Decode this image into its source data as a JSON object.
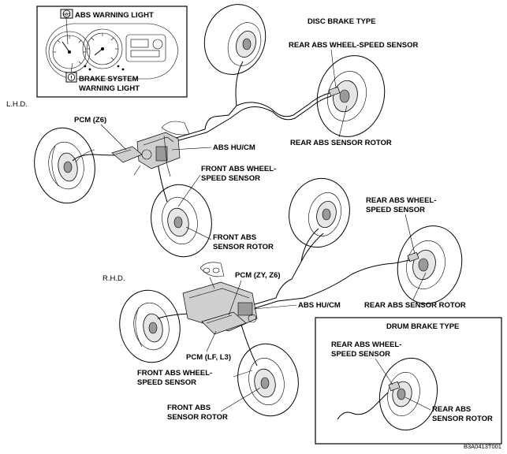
{
  "labels": {
    "abs_warning_light": "ABS WARNING LIGHT",
    "brake_warning_1": "BRAKE SYSTEM",
    "brake_warning_2": "WARNING LIGHT",
    "disc_brake_type": "DISC BRAKE TYPE",
    "lhd": "L.H.D.",
    "rhd": "R.H.D.",
    "lhd_rear_sensor": "REAR ABS WHEEL-SPEED SENSOR",
    "lhd_rear_rotor": "REAR ABS SENSOR ROTOR",
    "lhd_pcm": "PCM (Z6)",
    "lhd_hucm": "ABS HU/CM",
    "lhd_front_sensor_1": "FRONT ABS WHEEL-",
    "lhd_front_sensor_2": "SPEED SENSOR",
    "lhd_front_rotor_1": "FRONT ABS",
    "lhd_front_rotor_2": "SENSOR ROTOR",
    "rhd_rear_sensor_1": "REAR ABS WHEEL-",
    "rhd_rear_sensor_2": "SPEED SENSOR",
    "rhd_pcm_zy": "PCM (ZY, Z6)",
    "rhd_hucm": "ABS HU/CM",
    "rhd_rear_rotor": "REAR ABS SENSOR ROTOR",
    "rhd_pcm_lf": "PCM (LF, L3)",
    "rhd_front_sensor_1": "FRONT ABS WHEEL-",
    "rhd_front_sensor_2": "SPEED SENSOR",
    "rhd_front_rotor_1": "FRONT ABS",
    "rhd_front_rotor_2": "SENSOR ROTOR",
    "drum_brake_type": "DRUM BRAKE TYPE",
    "drum_sensor_1": "REAR ABS WHEEL-",
    "drum_sensor_2": "SPEED SENSOR",
    "drum_rotor_1": "REAR ABS",
    "drum_rotor_2": "SENSOR ROTOR",
    "figure_code": "B3A0413T001"
  },
  "icons": {
    "abs_light": "ABS",
    "brake_light": "!"
  }
}
